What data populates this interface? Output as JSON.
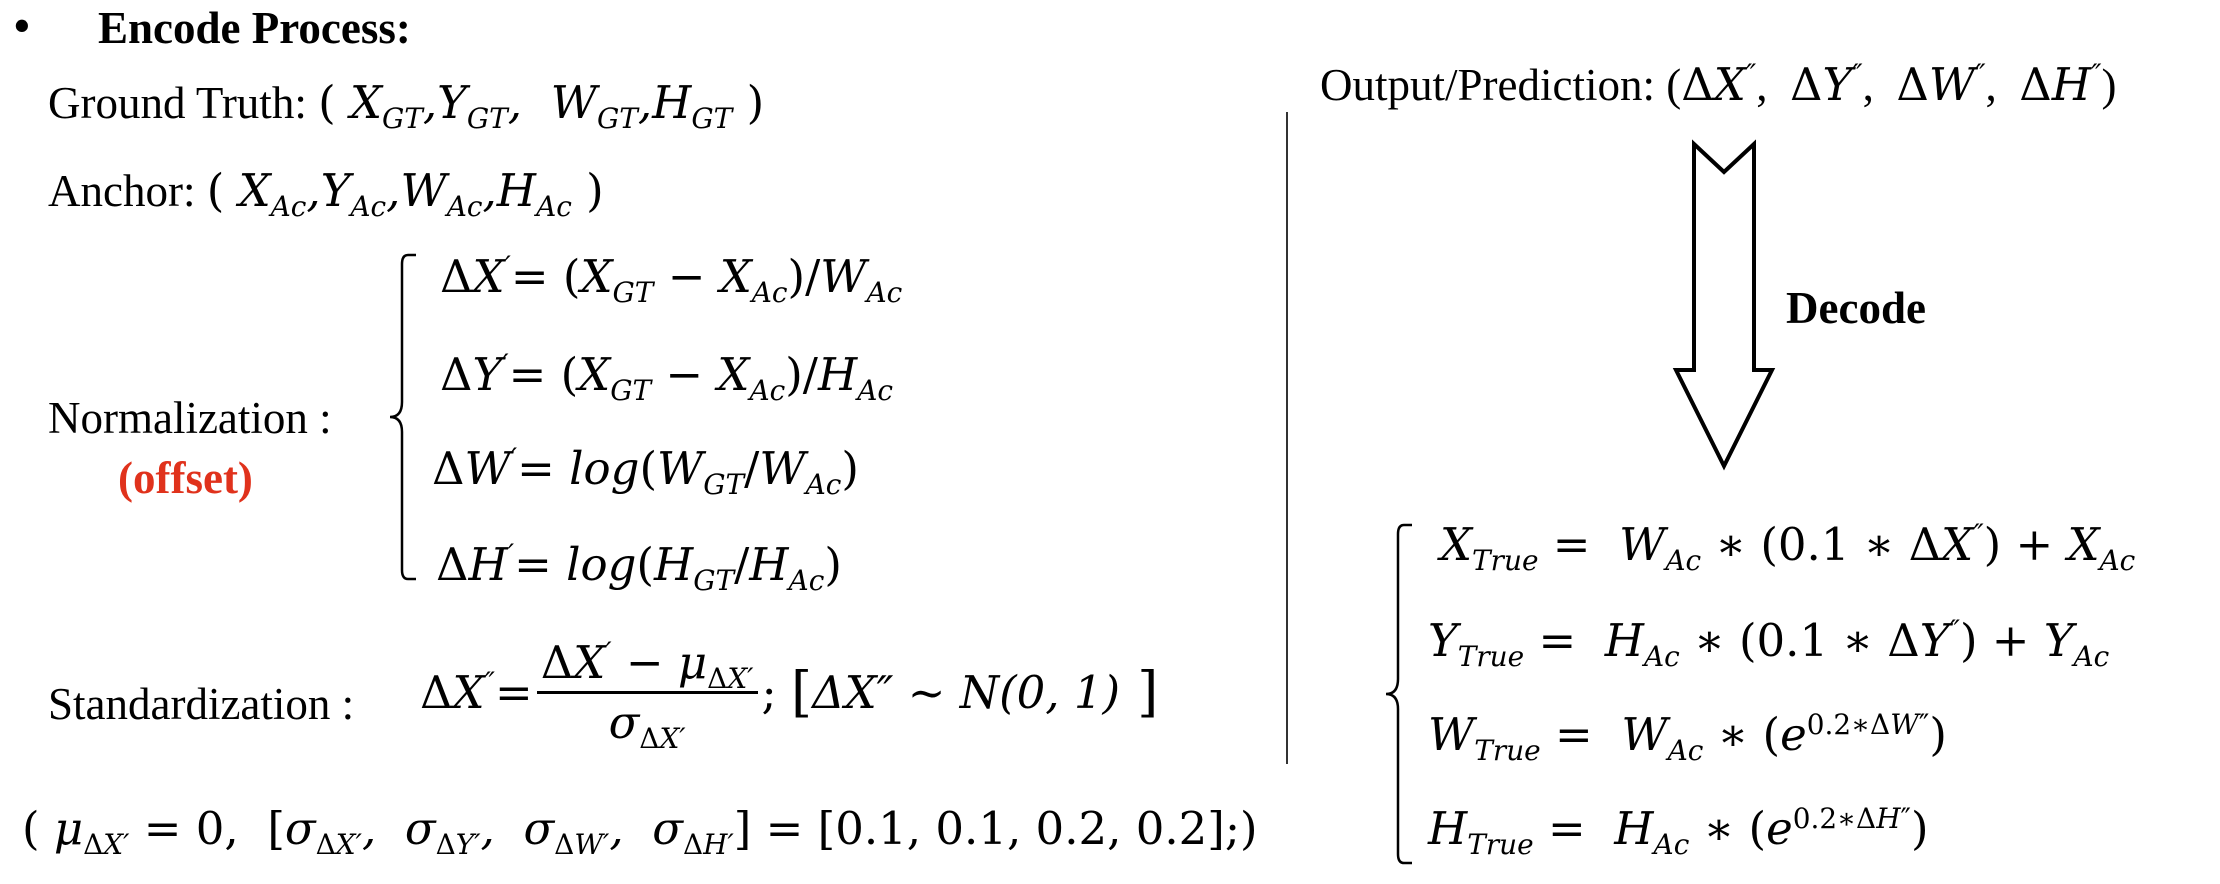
{
  "header": {
    "bullet": "•",
    "title": "Encode Process:"
  },
  "left": {
    "ground_truth_label": "Ground Truth:",
    "anchor_label": "Anchor:",
    "normalization_label": "Normalization",
    "normalization_colon": ":",
    "offset_label": "(offset)",
    "offset_color": "#e0321c",
    "standardization_label": "Standardization",
    "standardization_colon": ":",
    "bracket_note": "ΔX″ ~ N(0, 1)",
    "sigma_values": "[0.1,  0.1,  0.2,  0.2];"
  },
  "right": {
    "output_label": "Output/Prediction:",
    "decode_label": "Decode"
  }
}
